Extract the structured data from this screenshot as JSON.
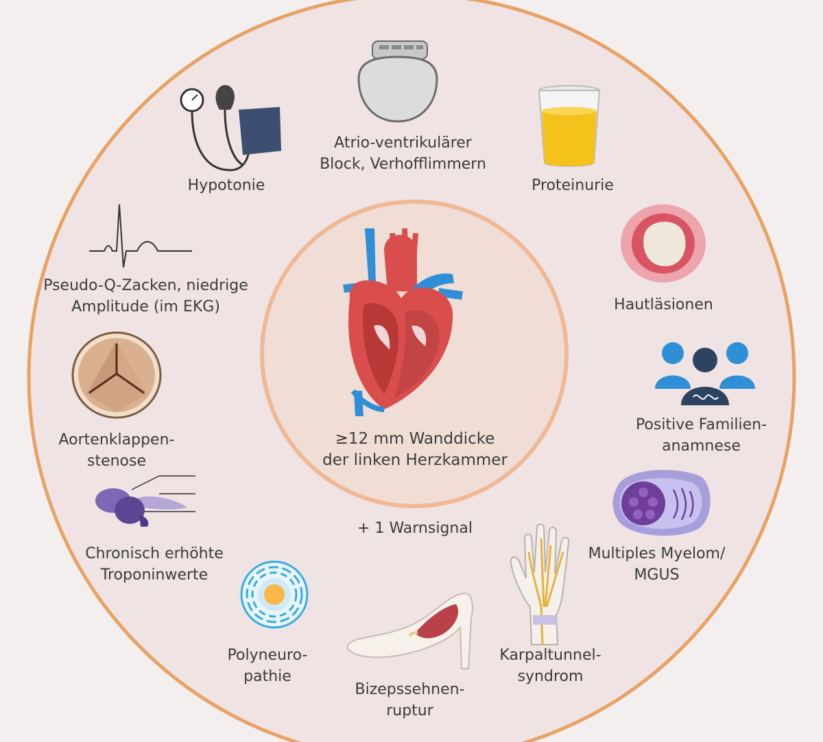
{
  "center": {
    "line1": "≥12 mm Wanddicke",
    "line2": "der linken Herzkammer",
    "warning": "+ 1 Warnsignal"
  },
  "items": {
    "pacemaker": {
      "line1": "Atrio-ventrikulärer",
      "line2": "Block, Verhofflimmern",
      "icon": "pacemaker-icon"
    },
    "hypotonie": {
      "line1": "Hypotonie",
      "icon": "blood-pressure-cuff-icon"
    },
    "proteinurie": {
      "line1": "Proteinurie",
      "icon": "urine-cup-icon"
    },
    "ekg": {
      "line1": "Pseudo-Q-Zacken, niedrige",
      "line2": "Amplitude (im EKG)",
      "icon": "ecg-wave-icon"
    },
    "haut": {
      "line1": "Hautläsionen",
      "icon": "skin-lesion-icon"
    },
    "aorten": {
      "line1": "Aortenklappen-",
      "line2": "stenose",
      "icon": "aortic-valve-icon"
    },
    "familie": {
      "line1": "Positive Familien-",
      "line2": "anamnese",
      "icon": "family-dna-icon"
    },
    "troponin": {
      "line1": "Chronisch erhöhte",
      "line2": "Troponinwerte",
      "icon": "troponin-protein-icon"
    },
    "myelom": {
      "line1": "Multiples Myelom/",
      "line2": "MGUS",
      "icon": "myeloma-cell-icon"
    },
    "polyneuro": {
      "line1": "Polyneuro-",
      "line2": "pathie",
      "icon": "nerve-cell-icon"
    },
    "karpal": {
      "line1": "Karpaltunnel-",
      "line2": "syndrom",
      "icon": "wrist-nerve-icon"
    },
    "bizeps": {
      "line1": "Bizepssehnen-",
      "line2": "ruptur",
      "icon": "biceps-arm-icon"
    }
  },
  "colors": {
    "outer_ring": "#e8a263",
    "outer_fill": "#efe3e3",
    "inner_fill": "#f0ddd6",
    "inner_ring": "#f0b894",
    "text": "#3b3b3b",
    "heart_red": "#d94d4d",
    "vessel_blue": "#2f8fd6"
  }
}
